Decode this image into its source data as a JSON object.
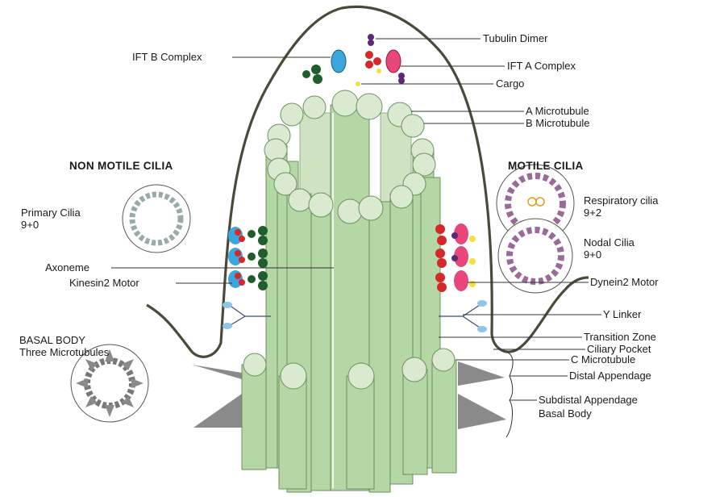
{
  "title": "",
  "section_headings": {
    "left": "NON MOTILE CILIA",
    "right": "MOTILE CILIA"
  },
  "labels": {
    "tubulin_dimer": "Tubulin Dimer",
    "ift_b_complex": "IFT B Complex",
    "ift_a_complex": "IFT A Complex",
    "cargo": "Cargo",
    "a_microtubule": "A Microtubule",
    "b_microtubule": "B Microtubule",
    "primary_cilia": "Primary Cilia",
    "primary_cilia_pattern": "9+0",
    "respiratory_cilia": "Respiratory cilia",
    "respiratory_cilia_pattern": "9+2",
    "nodal_cilia": "Nodal Cilia",
    "nodal_cilia_pattern": "9+0",
    "axoneme": "Axoneme",
    "kinesin2_motor": "Kinesin2 Motor",
    "dynein2_motor": "Dynein2 Motor",
    "y_linker": "Y Linker",
    "transition_zone": "Transition Zone",
    "ciliary_pocket": "Ciliary Pocket",
    "basal_body_title": "BASAL BODY",
    "basal_body_subtitle": "Three Microtubules",
    "c_microtubule": "C Microtubule",
    "distal_appendage": "Distal Appendage",
    "subdistal_appendage": "Subdistal Appendage",
    "basal_body": "Basal Body"
  },
  "colors": {
    "membrane": "#4a4a3a",
    "microtubule": "#b5d6a5",
    "ift_a": "#e8457a",
    "ift_b": "#3aa6dc",
    "kinesin": "#1f5e2a",
    "dynein": "#d62828",
    "tubulin": "#5a2a7a",
    "cargo": "#f2e03a",
    "appendage": "#8a8a8a"
  }
}
